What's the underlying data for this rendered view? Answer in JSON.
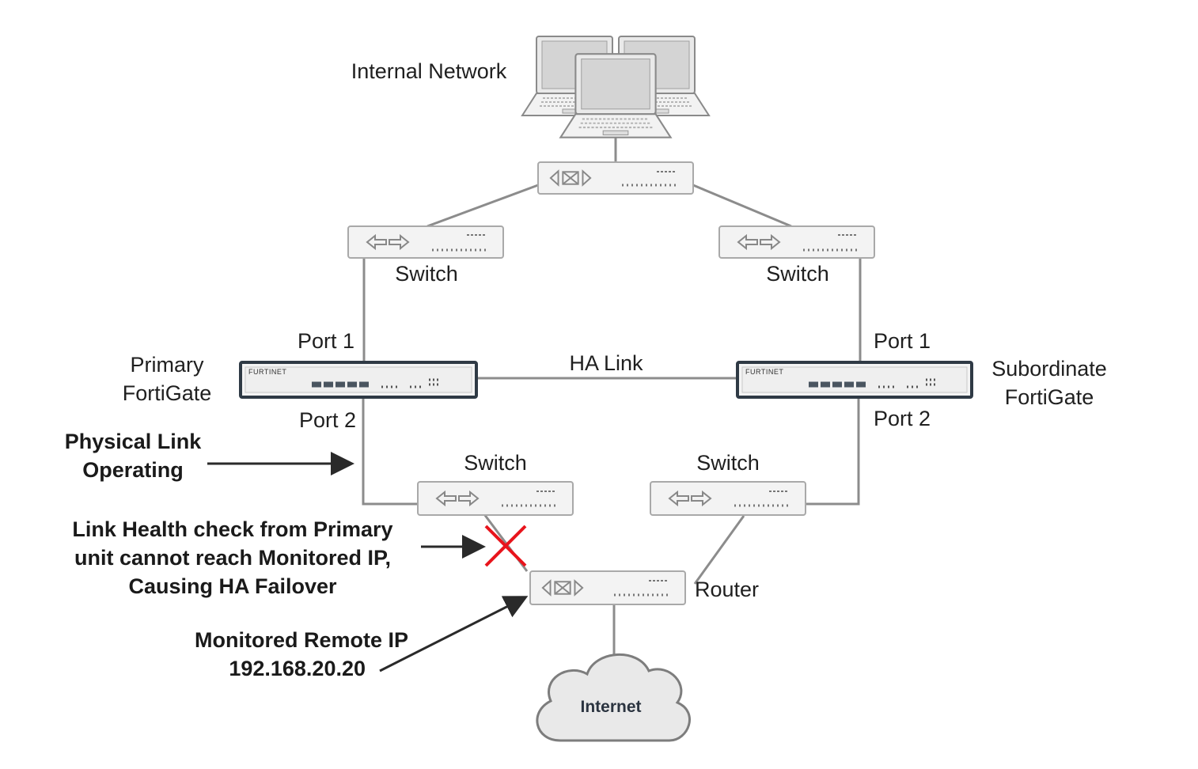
{
  "labels": {
    "internal_network": "Internal Network",
    "switch_top_left": "Switch",
    "switch_top_right": "Switch",
    "primary_port1": "Port 1",
    "primary_port2": "Port 2",
    "subordinate_port1": "Port 1",
    "subordinate_port2": "Port 2",
    "primary_line1": "Primary",
    "primary_line2": "FortiGate",
    "subordinate_line1": "Subordinate",
    "subordinate_line2": "FortiGate",
    "ha_link": "HA Link",
    "switch_bottom_left": "Switch",
    "switch_bottom_right": "Switch",
    "router": "Router",
    "internet": "Internet",
    "brand": "FURTINET"
  },
  "annotations": {
    "physical_link_line1": "Physical Link",
    "physical_link_line2": "Operating",
    "health_line1": "Link Health check from Primary",
    "health_line2": "unit cannot reach Monitored IP,",
    "health_line3": "Causing HA Failover",
    "monitored_line1": "Monitored Remote IP",
    "monitored_line2": "192.168.20.20"
  },
  "colors": {
    "link_line": "#8c8c8c",
    "device_fill": "#f3f3f3",
    "device_border": "#a9a9a9",
    "fortigate_border": "#2f3a45",
    "failure_x": "#e8141c",
    "arrow": "#2a2a2a"
  }
}
